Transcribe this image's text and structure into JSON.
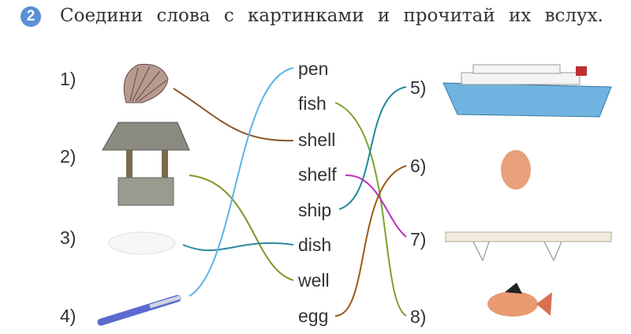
{
  "task": {
    "number": "2",
    "instruction": "Соедини слова с картинками и прочитай их вслух."
  },
  "left_labels": [
    "1)",
    "2)",
    "3)",
    "4)"
  ],
  "right_labels": [
    "5)",
    "6)",
    "7)",
    "8)"
  ],
  "words": [
    "pen",
    "fish",
    "shell",
    "shelf",
    "ship",
    "dish",
    "well",
    "egg"
  ],
  "pictures": {
    "left": [
      "shell-picture",
      "well-picture",
      "dish-picture",
      "pen-picture"
    ],
    "right": [
      "ship-picture",
      "egg-picture",
      "shelf-picture",
      "fish-picture"
    ]
  },
  "colors": {
    "pen": "#5ab4e6",
    "fish": "#7aa22c",
    "shell": "#8a5a2a",
    "shelf": "#c02cc0",
    "ship": "#1f8a9a",
    "dish": "#2a8a9a",
    "well": "#7a9a2a",
    "egg": "#9a5a1a"
  }
}
